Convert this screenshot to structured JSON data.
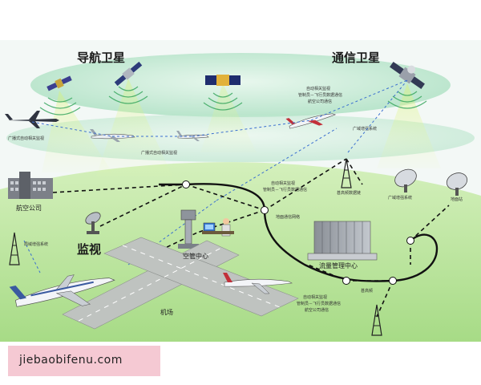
{
  "diagram": {
    "title_left": "导航卫星",
    "title_right": "通信卫星",
    "labels": {
      "adsb_air": "广播式自动相关监视",
      "adsb_ground": "广播式自动相关监视",
      "satcom_note_1": "自动相关监视",
      "satcom_note_2": "管制员－飞行员数据通信",
      "satcom_note_3": "航空公司通信",
      "gbas_air": "广域增强系统",
      "center_note_1": "自动相关监视",
      "center_note_2": "管制员－飞行员数据通信",
      "vhf_datalink": "甚高频数据链",
      "wide_area_right": "广域增强系统",
      "ground_station": "地面站",
      "airline": "航空公司",
      "ground_network": "地面通信网络",
      "surveillance": "监视",
      "atc_center": "空管中心",
      "flow_center": "流量管理中心",
      "local_aug": "局域增强系统",
      "vhf_bottom": "甚高频",
      "bottom_note_1": "自动相关监视",
      "bottom_note_2": "管制员－飞行员数据通信",
      "bottom_note_3": "航空公司通信",
      "airport": "机场"
    }
  },
  "watermark": {
    "text": "jiebaobifenu.com",
    "color": "#f5c9d3"
  },
  "colors": {
    "sky_band": "#c9ecd5",
    "ground": "#bfe8a4",
    "runway": "#c4c8c4",
    "satellite_beam": "#7ad39a",
    "link_dash": "#111111"
  }
}
